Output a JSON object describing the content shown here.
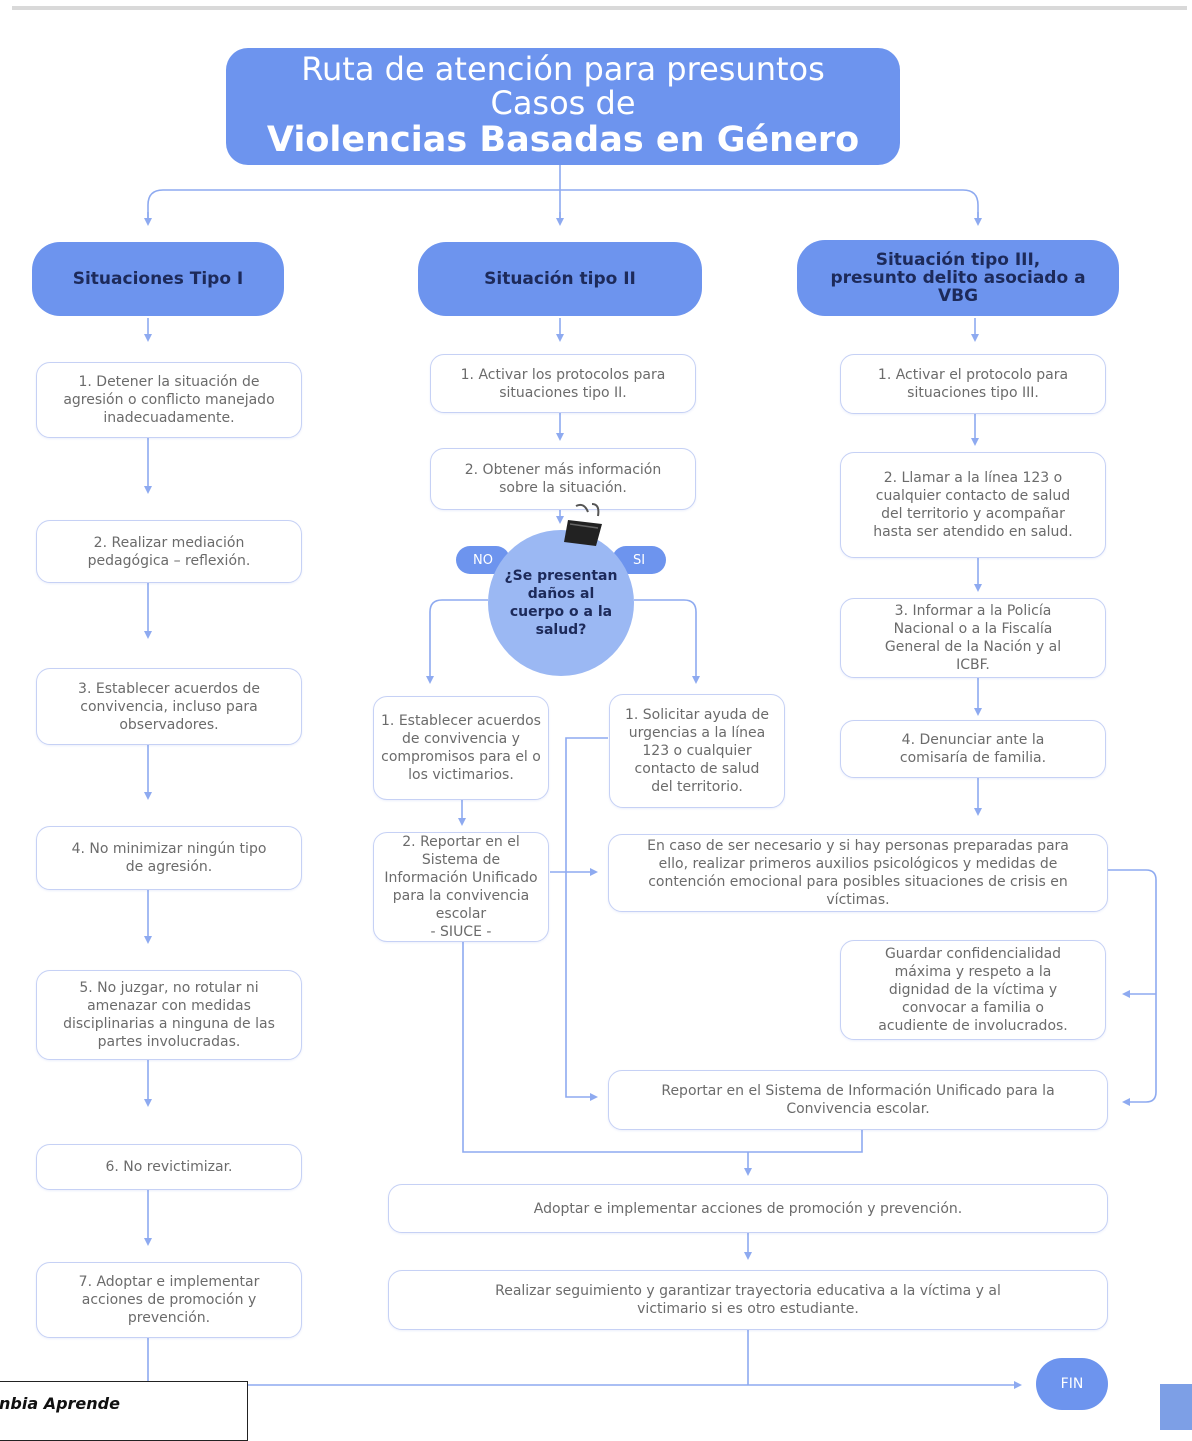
{
  "title": {
    "line1": "Ruta de atención para presuntos\nCasos de",
    "line2": "Violencias Basadas en Género"
  },
  "columns": {
    "tipo1": {
      "header": "Situaciones Tipo I",
      "steps": [
        "1. Detener la situación de\nagresión o conflicto manejado\ninadecuadamente.",
        "2. Realizar mediación\npedagógica – reflexión.",
        "3. Establecer acuerdos de\nconvivencia, incluso para\nobservadores.",
        "4. No minimizar ningún tipo\nde agresión.",
        "5. No juzgar, no rotular ni\namenazar con medidas\ndisciplinarias a ninguna de las\npartes involucradas.",
        "6. No revictimizar.",
        "7. Adoptar e implementar\nacciones de promoción y\nprevención."
      ]
    },
    "tipo2": {
      "header": "Situación tipo II",
      "steps": [
        "1. Activar los protocolos para\nsituaciones tipo II.",
        "2. Obtener más información\nsobre la situación."
      ],
      "decision": "¿Se presentan\ndaños al\ncuerpo o a la\nsalud?",
      "no_label": "NO",
      "si_label": "SI",
      "no_branch": [
        "1. Establecer acuerdos\nde convivencia y\ncompromisos para el o\nlos victimarios.",
        "2. Reportar en el\nSistema de\nInformación Unificado\npara la convivencia\nescolar\n- SIUCE -"
      ],
      "si_branch": [
        "1. Solicitar ayuda de\nurgencias a la línea\n123 o cualquier\ncontacto de salud\ndel territorio."
      ]
    },
    "tipo3": {
      "header": "Situación tipo III,\npresunto delito asociado a\nVBG",
      "steps": [
        "1. Activar el protocolo para\nsituaciones tipo III.",
        "2. Llamar a la línea 123 o\ncualquier contacto de salud\ndel territorio y acompañar\nhasta ser atendido en salud.",
        "3. Informar a la Policía\nNacional o a la Fiscalía\nGeneral de la Nación y al\nICBF.",
        "4. Denunciar ante la\ncomisaría de familia."
      ]
    }
  },
  "shared_steps": {
    "primeros_auxilios": "En caso de ser necesario y si hay personas preparadas para\nello, realizar primeros auxilios psicológicos y medidas de\ncontención emocional para posibles situaciones de crisis en\nvíctimas.",
    "confidencialidad": "Guardar confidencialidad\nmáxima y respeto a la\ndignidad de la víctima y\nconvocar a familia o\nacudiente de involucrados.",
    "reportar": "Reportar en el Sistema de Información Unificado para la\nConvivencia escolar.",
    "adoptar": "Adoptar e implementar acciones de promoción y prevención.",
    "seguimiento": "Realizar seguimiento y garantizar trayectoria educativa a la víctima y al\nvictimario si es otro estudiante."
  },
  "end_label": "FIN",
  "source_text": "nbia Aprende",
  "colors": {
    "accent": "#6d94ee",
    "header_text": "#1d2a5a",
    "box_border": "#c6d1f5",
    "connector": "#8eaaf0",
    "decision_fill": "#9bb8f3"
  }
}
